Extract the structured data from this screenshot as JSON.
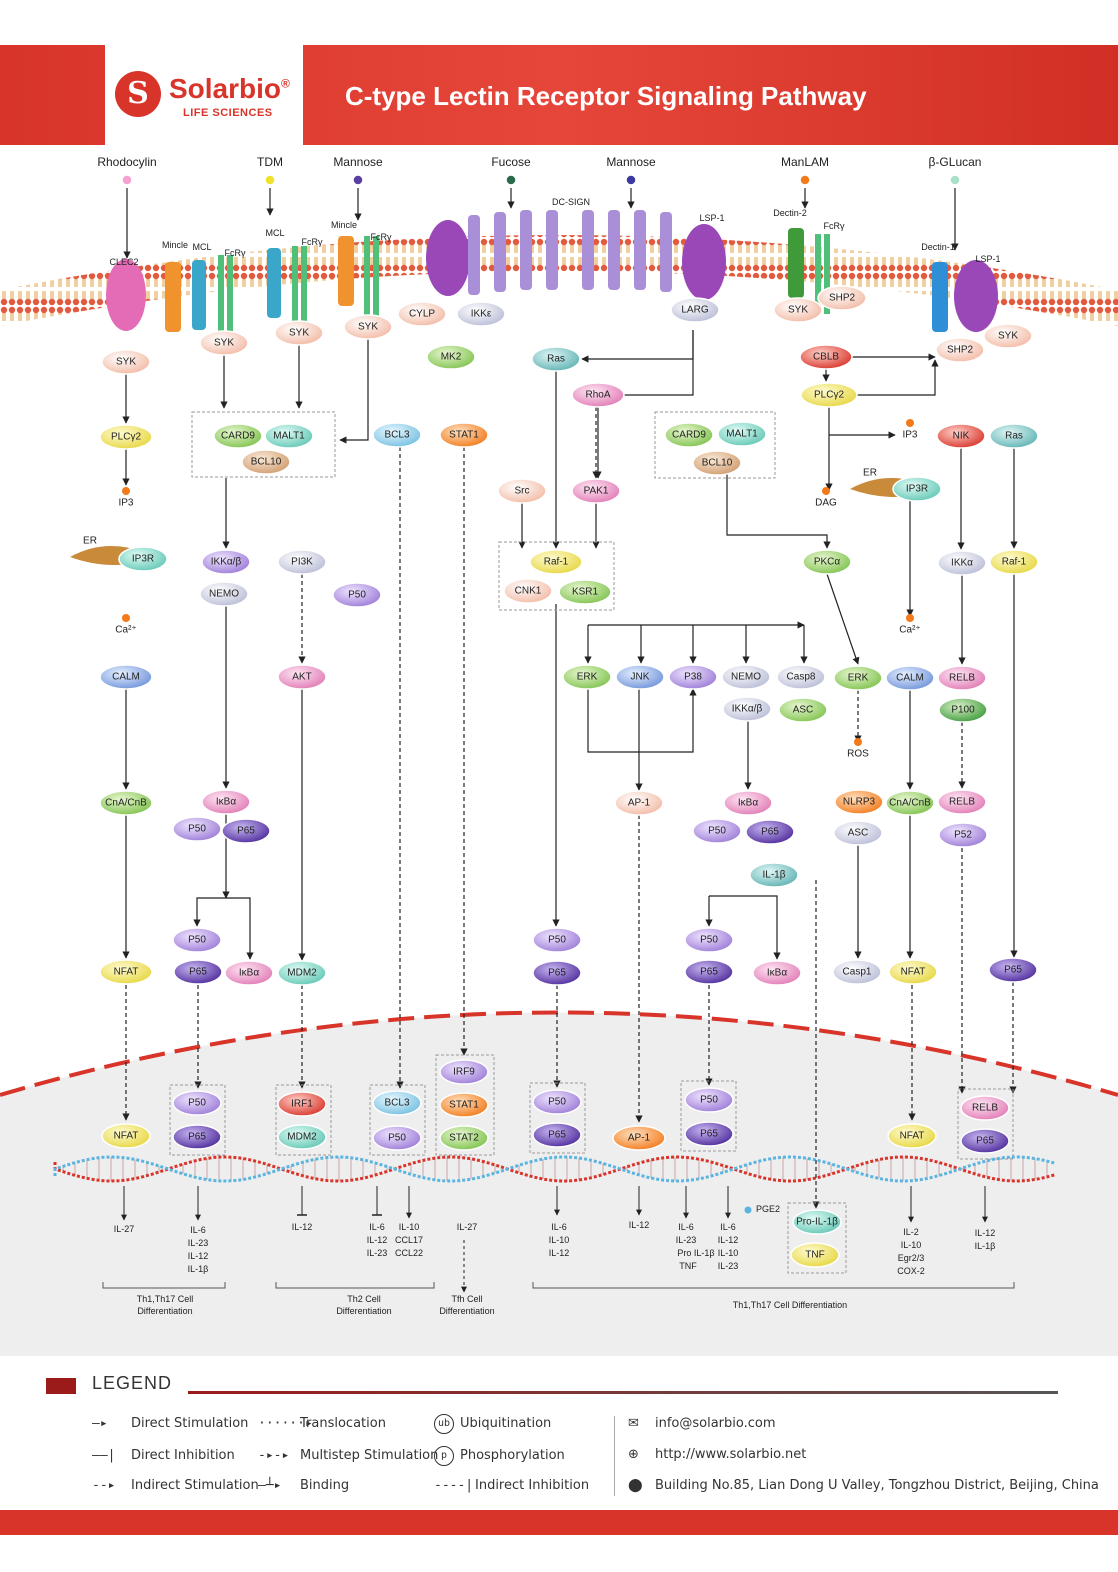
{
  "header": {
    "brand": "Solarbio",
    "brand_mark": "®",
    "brand_sub": "LIFE SCIENCES",
    "title": "C-type Lectin Receptor Signaling Pathway"
  },
  "colors": {
    "brand_red": "#d8342a",
    "legend_red": "#9b1a1a"
  },
  "ligands": [
    "Rhodocylin",
    "TDM",
    "Mannose",
    "Fucose",
    "Mannose",
    "ManLAM",
    "β-GLucan"
  ],
  "receptors": [
    "CLEC2",
    "Mincle",
    "MCL",
    "FcRγ",
    "MCL",
    "FcRγ",
    "Mincle",
    "FcRγ",
    "DC-SIGN",
    "LSP-1",
    "Dectin-2",
    "FcRγ",
    "Dectin-1",
    "LSP-1"
  ],
  "nodes": [
    "SYK",
    "SYK",
    "SYK",
    "SYK",
    "CYLP",
    "IKKε",
    "MK2",
    "LARG",
    "SYK",
    "SHP2",
    "SYK",
    "SHP2",
    "CBLB",
    "PLCγ2",
    "PLCγ2",
    "IP3",
    "ER",
    "IP3R",
    "Ca²⁺",
    "CALM",
    "CnA/CnB",
    "NFAT",
    "CARD9",
    "MALT1",
    "BCL10",
    "IKKα/β",
    "NEMO",
    "IκBα",
    "P50",
    "P65",
    "P50",
    "P65",
    "IκBα",
    "PI3K",
    "AKT",
    "MDM2",
    "BCL3",
    "P50",
    "STAT1",
    "Ras",
    "RhoA",
    "Src",
    "PAK1",
    "Raf-1",
    "CNK1",
    "KSR1",
    "P50",
    "P65",
    "CARD9",
    "MALT1",
    "BCL10",
    "ERK",
    "JNK",
    "P38",
    "NEMO",
    "Casp8",
    "IKKα/β",
    "ASC",
    "AP-1",
    "IκBα",
    "P50",
    "P65",
    "IL-1β",
    "P50",
    "P65",
    "IκBα",
    "IP3",
    "ER",
    "IP3R",
    "DAG",
    "PKCα",
    "ERK",
    "ROS",
    "NLRP3",
    "ASC",
    "Casp1",
    "Ca²⁺",
    "CALM",
    "CnA/CnB",
    "NFAT",
    "NIK",
    "Ras",
    "IKKα",
    "Raf-1",
    "RELB",
    "P100",
    "RELB",
    "P52",
    "P65"
  ],
  "nucleus_nodes": [
    "NFAT",
    "P50",
    "P65",
    "IRF1",
    "MDM2",
    "BCL3",
    "P50",
    "IRF9",
    "STAT1",
    "STAT2",
    "P50",
    "P65",
    "AP-1",
    "P50",
    "P65",
    "NFAT",
    "RELB",
    "P65",
    "Pro-IL-1β",
    "TNF"
  ],
  "outputs": [
    "IL-27",
    "IL-6",
    "IL-23",
    "IL-12",
    "IL-1β",
    "IL-12",
    "IL-6",
    "IL-12",
    "IL-23",
    "IL-10",
    "CCL17",
    "CCL22",
    "IL-27",
    "IL-6",
    "IL-10",
    "IL-12",
    "IL-12",
    "IL-6",
    "IL-23",
    "Pro IL-1β",
    "TNF",
    "IL-6",
    "IL-12",
    "IL-10",
    "IL-23",
    "PGE2",
    "IL-2",
    "IL-10",
    "Egr2/3",
    "COX-2",
    "IL-12",
    "IL-1β"
  ],
  "differentiation": [
    "Th1,Th17 Cell",
    "Differentiation",
    "Th2 Cell",
    "Differentiation",
    "Tfh Cell",
    "Differentiation",
    "Th1,Th17 Cell Differentiation"
  ],
  "legend": {
    "title": "LEGEND",
    "items": [
      "Direct Stimulation",
      "Translocation",
      "Ubiquitination",
      "Direct Inhibition",
      "Multistep Stimulation",
      "Phosphorylation",
      "Indirect Stimulation",
      "Binding",
      "Indirect Inhibition"
    ],
    "symbols": [
      "ub",
      "p"
    ]
  },
  "contact": {
    "email": "info@solarbio.com",
    "web": "http://www.solarbio.net",
    "address": "Building No.85, Lian Dong U Valley, Tongzhou District, Beijing, China"
  }
}
